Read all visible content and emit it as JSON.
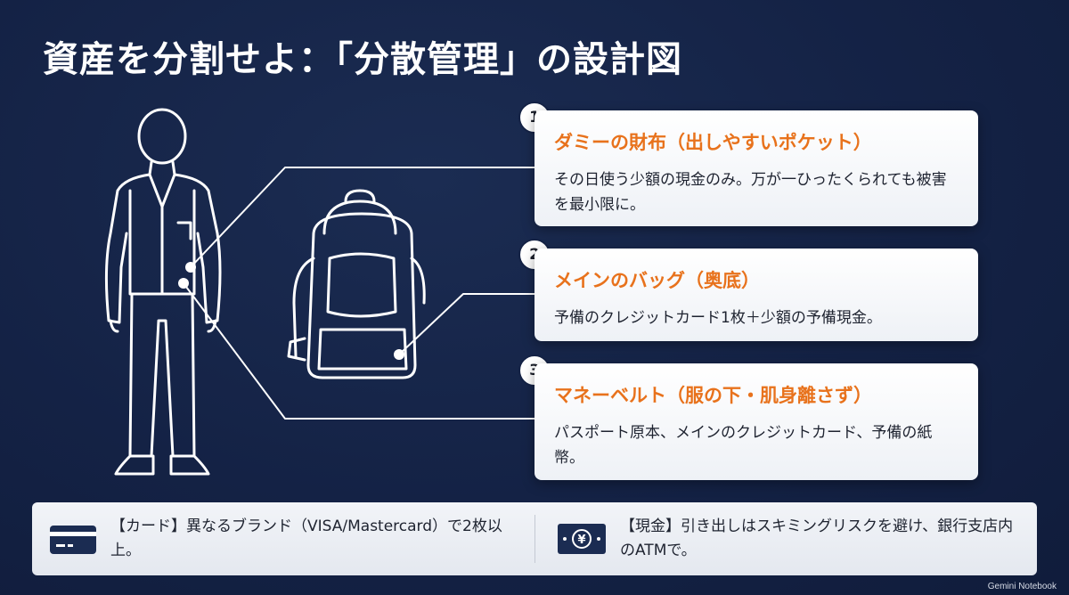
{
  "title": "資産を分割せよ：「分散管理」の設計図",
  "steps": [
    {
      "number": "1",
      "title": "ダミーの財布（出しやすいポケット）",
      "text": "その日使う少額の現金のみ。万が一ひったくられても被害を最小限に。"
    },
    {
      "number": "2",
      "title": "メインのバッグ（奥底）",
      "text": "予備のクレジットカード1枚＋少額の予備現金。"
    },
    {
      "number": "3",
      "title": "マネーベルト（服の下・肌身離さず）",
      "text": "パスポート原本、メインのクレジットカード、予備の紙幣。"
    }
  ],
  "tips": {
    "card": "【カード】異なるブランド（VISA/Mastercard）で2枚以上。",
    "cash": "【現金】引き出しはスキミングリスクを避け、銀行支店内のATMで。",
    "card_icon": "credit-card-icon",
    "cash_icon": "yen-banknote-icon"
  },
  "footer": "Gemini Notebook",
  "colors": {
    "background": "#142245",
    "accent": "#e8721c",
    "card": "#ffffff"
  }
}
